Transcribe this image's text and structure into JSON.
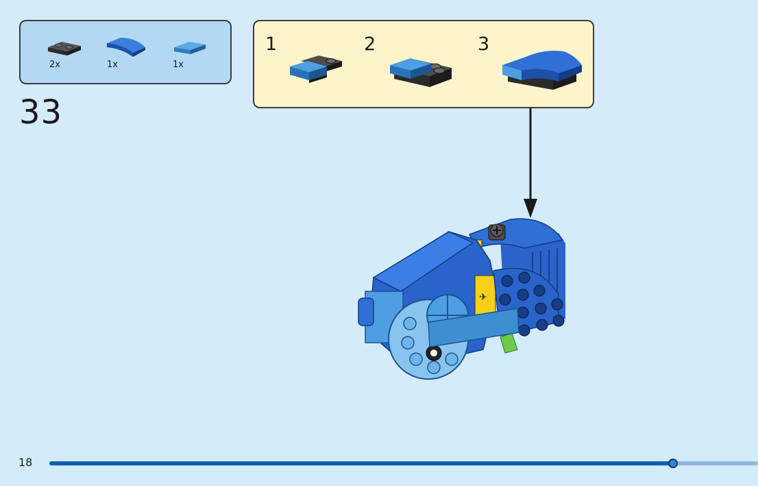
{
  "parts_list": {
    "items": [
      {
        "icon": "dark-grey-plate-1x2-icon",
        "color": "#3a3a3a",
        "qty": "2x"
      },
      {
        "icon": "blue-curved-slope-icon",
        "color": "#2a63c9",
        "qty": "1x"
      },
      {
        "icon": "medium-azure-tile-icon",
        "color": "#3d8fd1",
        "qty": "1x"
      }
    ]
  },
  "step_number": "33",
  "sub_assembly": {
    "steps": [
      {
        "number": "1"
      },
      {
        "number": "2"
      },
      {
        "number": "3"
      }
    ]
  },
  "page_number": "18",
  "progress": {
    "fraction": 0.88
  },
  "colors": {
    "background": "#d4ebfa",
    "parts_box": "#b3d8f3",
    "sub_box": "#fdf4cc",
    "progress_fill": "#0e5fb3",
    "progress_track": "#8fb6e0"
  }
}
